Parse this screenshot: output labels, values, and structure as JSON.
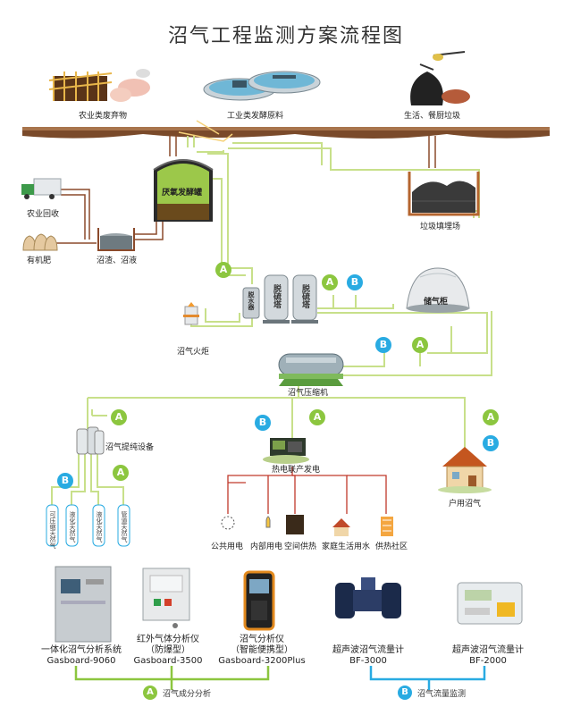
{
  "title": "沼气工程监测方案流程图",
  "sources": {
    "agri": "农业类废弃物",
    "industry": "工业类发酵原料",
    "life": "生活、餐厨垃圾"
  },
  "collect": {
    "truck": "农业回收",
    "fertilizer": "有机肥",
    "slurry": "沼渣、沼液",
    "digester": "厌氧发酵罐",
    "landfill": "垃圾填埋场"
  },
  "process": {
    "tower1": "脱硫塔",
    "tower2": "脱硫塔",
    "dryer": "脱水器",
    "storage": "储气柜",
    "torch": "沼气火炬",
    "compressor": "沼气压缩机"
  },
  "use": {
    "purify": "沼气提纯设备",
    "chp": "热电联产发电",
    "household": "户用沼气",
    "cng": [
      "可压缩天然气",
      "液化天然气",
      "液化天然气",
      "管道天然气"
    ],
    "loads": [
      "公共用电",
      "内部用电",
      "空间供热",
      "家庭生活用水",
      "供热社区"
    ]
  },
  "badges": {
    "a": "A",
    "b": "B"
  },
  "devices": [
    {
      "name": "一体化沼气分析系统",
      "model": "Gasboard-9060"
    },
    {
      "name": "红外气体分析仪",
      "sub": "（防爆型）",
      "model": "Gasboard-3500"
    },
    {
      "name": "沼气分析仪",
      "sub": "（智能便携型）",
      "model": "Gasboard-3200Plus"
    },
    {
      "name": "超声波沼气流量计",
      "model": "BF-3000"
    },
    {
      "name": "超声波沼气流量计",
      "model": "BF-2000"
    }
  ],
  "legend": {
    "a": "沼气成分分析",
    "b": "沼气流量监测"
  },
  "colors": {
    "green_line": "#c8e08a",
    "badge_a": "#8cc63f",
    "badge_b": "#29abe2",
    "brown_line": "#8b4a2b",
    "red_line": "#c0392b"
  }
}
